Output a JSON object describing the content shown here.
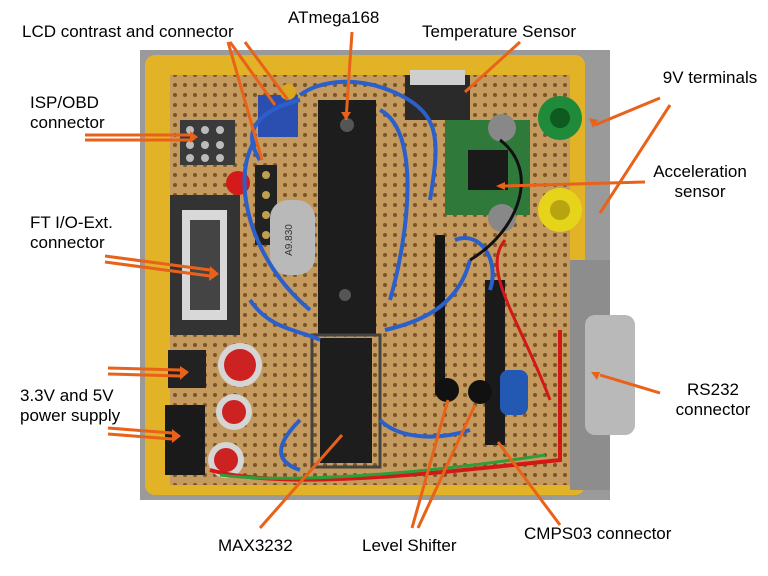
{
  "labels": {
    "lcd": "LCD contrast and connector",
    "atmega": "ATmega168",
    "temp": "Temperature Sensor",
    "isp": "ISP/OBD connector",
    "nine_v": "9V terminals",
    "accel": "Acceleration sensor",
    "ft_io": "FT I/O-Ext. connector",
    "power": "3.3V and 5V power supply",
    "rs232": "RS232 connector",
    "max": "MAX3232",
    "level": "Level Shifter",
    "cmps": "CMPS03 connector"
  },
  "board_markings": {
    "crystal": "A9.830"
  },
  "colors": {
    "arrow": "#e8621a",
    "background": "#ffffff",
    "board_frame": "#e8b82a",
    "pcb": "#c9a46a",
    "wire_blue": "#2a5fcc"
  }
}
